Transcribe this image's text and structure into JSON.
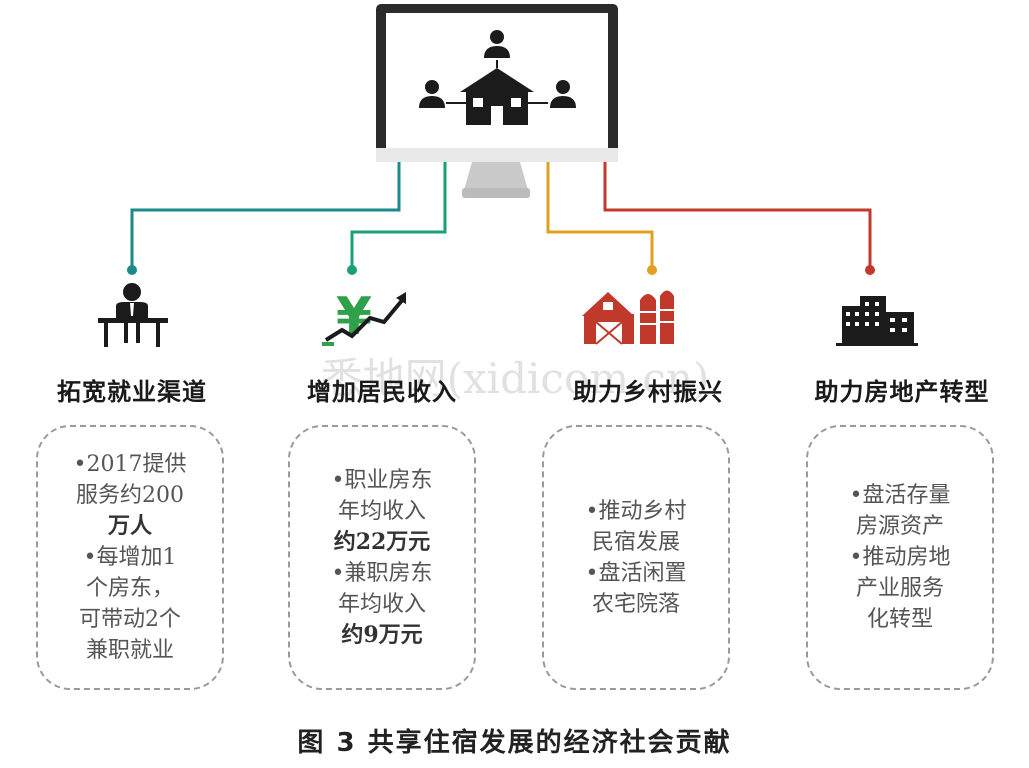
{
  "columns": [
    {
      "title": "拓宽就业渠道",
      "icon": "worker-at-desk-icon",
      "color": "#1a8a8a",
      "lines": [
        "•2017提供",
        "服务约200",
        "万人",
        "•每增加1",
        "个房东，",
        "可带动2个",
        "兼职就业"
      ]
    },
    {
      "title": "增加居民收入",
      "icon": "yuan-growth-icon",
      "color": "#1aa079",
      "lines": [
        "•职业房东",
        "年均收入",
        "约22万元",
        "•兼职房东",
        "年均收入",
        "约9万元"
      ]
    },
    {
      "title": "助力乡村振兴",
      "icon": "barn-silo-icon",
      "color": "#e0a020",
      "lines": [
        "•推动乡村",
        "民宿发展",
        "•盘活闲置",
        "农宅院落"
      ]
    },
    {
      "title": "助力房地产转型",
      "icon": "buildings-icon",
      "color": "#c0392b",
      "lines": [
        "•盘活存量",
        "房源资产",
        "•推动房地",
        "产业服务",
        "化转型"
      ]
    }
  ],
  "caption": "图 3  共享住宿发展的经济社会贡献",
  "watermark": "悉地网(xidicom.cn)",
  "monitor_icon": "house-network-monitor-icon"
}
